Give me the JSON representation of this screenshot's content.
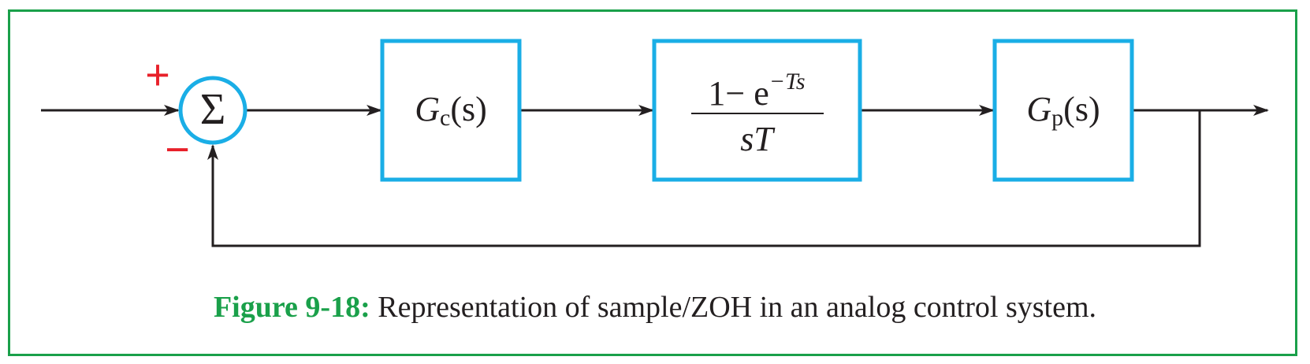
{
  "diagram": {
    "summing_junction": {
      "symbol": "Σ",
      "plus_sign": "+",
      "minus_sign": "−"
    },
    "blocks": {
      "controller": {
        "main": "G",
        "subscript": "c",
        "argument": "(s)"
      },
      "zoh": {
        "numerator": "1− e",
        "exponent": "−Ts",
        "denominator": "sT"
      },
      "plant": {
        "main": "G",
        "subscript": "p",
        "argument": "(s)"
      }
    }
  },
  "caption": {
    "label": "Figure 9-18:",
    "text": " Representation of sample/ZOH in an analog control system."
  },
  "colors": {
    "frame": "#1aa04a",
    "block_border": "#1aaee6",
    "signs": "#e8202a",
    "lines": "#231f20",
    "caption_label": "#1aa04a"
  }
}
